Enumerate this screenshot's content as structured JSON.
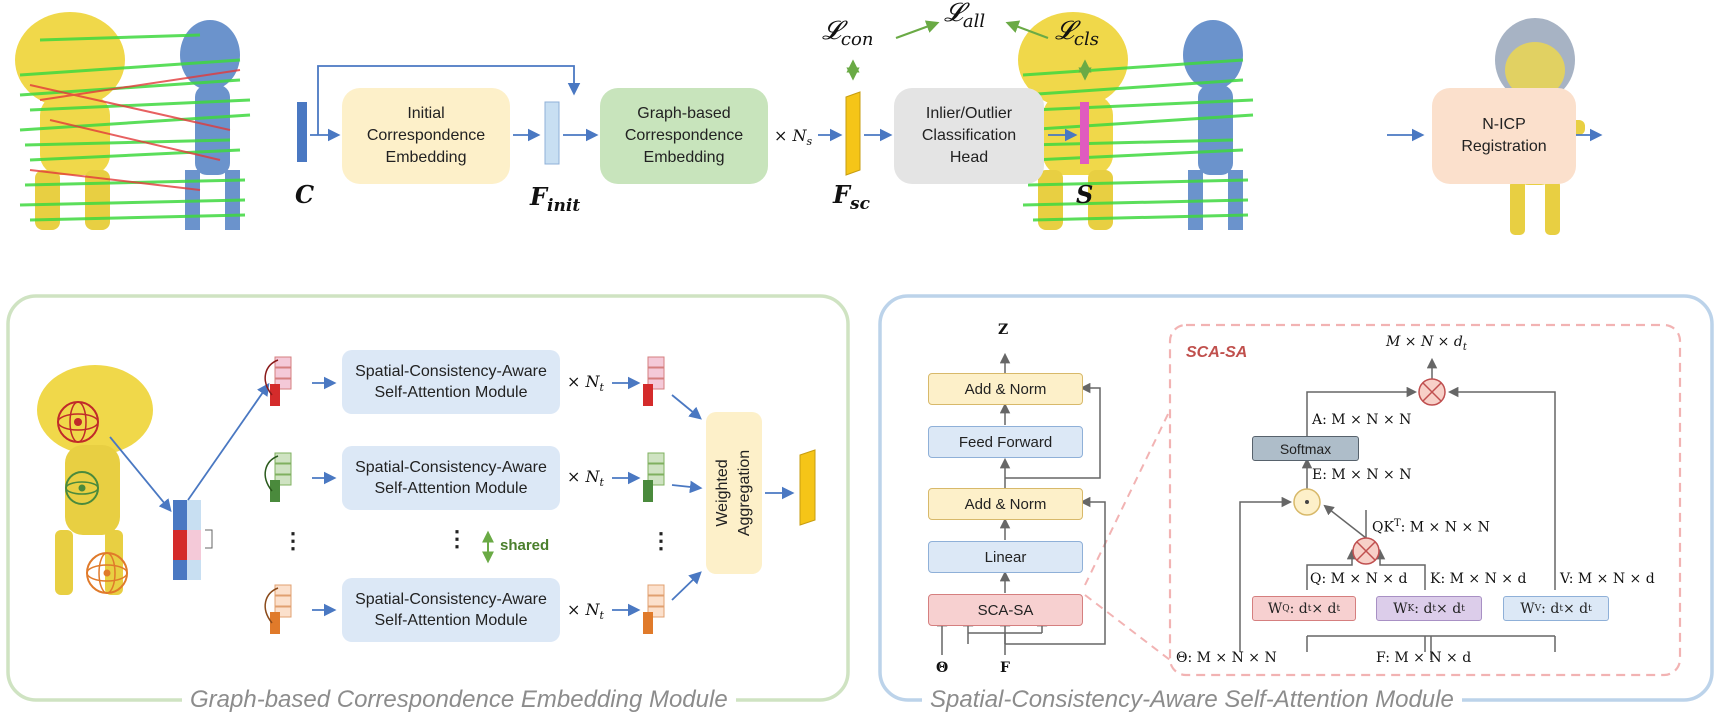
{
  "top": {
    "initial_embedding": [
      "Initial",
      "Correspondence",
      "Embedding"
    ],
    "graph_embedding": [
      "Graph-based",
      "Correspondence",
      "Embedding"
    ],
    "classification_head": [
      "Inlier/Outlier",
      "Classification",
      "Head"
    ],
    "nicp": [
      "N-ICP",
      "Registration"
    ],
    "label_C": "C",
    "label_Finit": "F",
    "label_Finit_sub": "init",
    "label_Fsc": "F",
    "label_Fsc_sub": "sc",
    "label_S": "S",
    "times_Ns": "× N",
    "times_Ns_sub": "s",
    "loss_con": "𝓛",
    "loss_con_sub": "con",
    "loss_all": "𝓛",
    "loss_all_sub": "all",
    "loss_cls": "𝓛",
    "loss_cls_sub": "cls"
  },
  "left_panel": {
    "title": "Graph-based Correspondence Embedding Module",
    "module_label": [
      "Spatial-Consistency-Aware",
      "Self-Attention Module"
    ],
    "times_Nt": "× N",
    "times_Nt_sub": "t",
    "shared": "shared",
    "aggregation": [
      "Weighted",
      "Aggregation"
    ],
    "vdots": "⋮"
  },
  "right_panel": {
    "title": "Spatial-Consistency-Aware Self-Attention Module",
    "sca_title": "SCA-SA",
    "add_norm": "Add & Norm",
    "feed_forward": "Feed Forward",
    "linear": "Linear",
    "sca_sa": "SCA-SA",
    "softmax": "Softmax",
    "z": "Z",
    "theta": "Θ",
    "f": "F",
    "out_dim": "M × N × d",
    "out_dim_sub": "t",
    "A_label": "A: M × N × N",
    "E_label": "E: M × N × N",
    "QK_label": "QK",
    "QK_sup": "T",
    "QK_dim": ": M × N × N",
    "Q_label": "Q: M × N × d",
    "K_label": "K: M × N × d",
    "V_label": "V: M × N × d",
    "WQ": "W",
    "WQ_sup": "Q",
    "WK": "W",
    "WK_sup": "K",
    "WV": "W",
    "WV_sup": "V",
    "W_dim": ": d",
    "W_dim_mid": " × d",
    "W_dim_sub": "t",
    "theta_label": "Θ: M × N × N",
    "F_label": "F: M × N × d"
  },
  "colors": {
    "arrow_blue": "#4a78c2",
    "arrow_green": "#6aaa45",
    "panel_green": "#cfe3c2",
    "panel_blue": "#bcd3ea",
    "dashed_red": "#f2b3b3"
  }
}
